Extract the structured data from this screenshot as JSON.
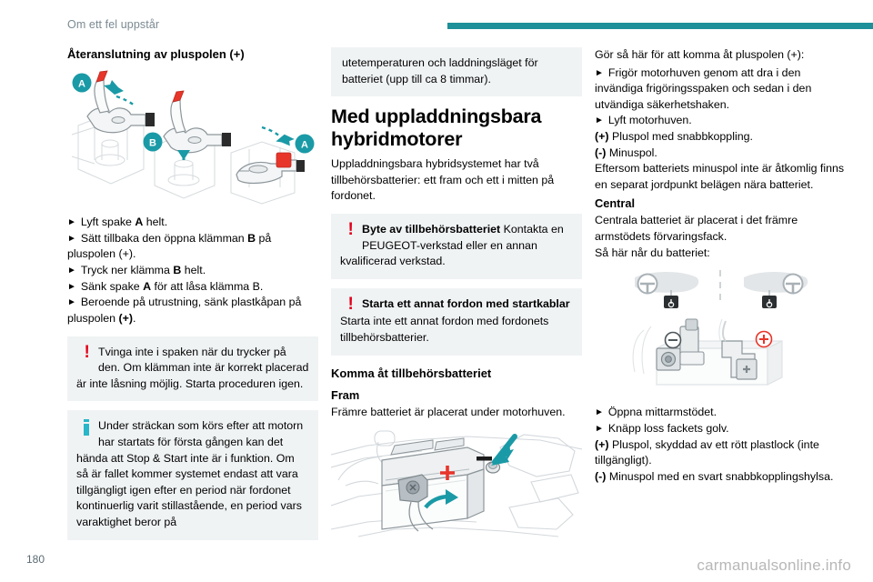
{
  "header": {
    "title": "Om ett fel uppstår",
    "rule_color": "#1d9099"
  },
  "footer": {
    "page_number": "180",
    "watermark": "carmanualsonline.info"
  },
  "column1": {
    "heading": "Återanslutning av pluspolen (+)",
    "figure_alt": "Diagram: batteriklämma A och B på pluspolen",
    "figure_labels": {
      "a": "A",
      "b": "B",
      "a2": "A"
    },
    "steps": [
      {
        "pre": "Lyft spake ",
        "bold": "A",
        "post": " helt."
      },
      {
        "pre": "Sätt tillbaka den öppna klämman ",
        "bold": "B",
        "post": " på pluspolen (+)."
      },
      {
        "pre": "Tryck ner klämma ",
        "bold": "B",
        "post": " helt."
      },
      {
        "pre": "Sänk spake ",
        "bold": "A",
        "post": " för att låsa klämma B."
      },
      {
        "pre": "Beroende på utrustning, sänk plastkåpan på pluspolen ",
        "bold": "(+)",
        "post": "."
      }
    ],
    "warning_box": {
      "icon": "warning-icon",
      "text": "Tvinga inte i spaken när du trycker på den. Om klämman inte är korrekt placerad är inte låsning möjlig. Starta proceduren igen."
    },
    "info_box": {
      "icon": "info-icon",
      "text": "Under sträckan som körs efter att motorn har startats för första gången kan det hända att Stop & Start inte är i funktion. Om så är fallet kommer systemet endast att vara tillgängligt igen efter en period när fordonet kontinuerlig varit stillastående, en period vars varaktighet beror på"
    }
  },
  "column2": {
    "continued_box": {
      "text": "utetemperaturen och laddningsläget för batteriet (upp till ca 8 timmar)."
    },
    "section_heading": "Med uppladdningsbara hybridmotorer",
    "intro": "Uppladdningsbara hybridsystemet har två tillbehörsbatterier: ett fram och ett i mitten på fordonet.",
    "warning_box_1": {
      "icon": "warning-icon",
      "title": "Byte av tillbehörsbatteriet",
      "text": "Kontakta en PEUGEOT-verkstad eller en annan kvalificerad verkstad."
    },
    "warning_box_2": {
      "icon": "warning-icon",
      "title": "Starta ett annat fordon med startkablar",
      "text": "Starta inte ett annat fordon med fordonets tillbehörsbatterier."
    },
    "subheading": "Komma åt tillbehörsbatteriet",
    "sub_label": "Fram",
    "front_text": "Främre batteriet är placerat under motorhuven.",
    "figure_alt": "Diagram: främre batteriet under motorhuven med plus- och minuspol",
    "figure_symbols": {
      "plus": "+",
      "minus": "−"
    }
  },
  "column3": {
    "lead": "Gör så här för att komma åt pluspolen (+):",
    "steps": [
      "Frigör motorhuven genom att dra i den invändiga frigöringsspaken och sedan i den utvändiga säkerhetshaken.",
      "Lyft motorhuven."
    ],
    "polarity_lines": [
      {
        "bold": "(+)",
        "text": " Pluspol med snabbkoppling."
      },
      {
        "bold": "(-)",
        "text": " Minuspol."
      }
    ],
    "note": "Eftersom batteriets minuspol inte är åtkomlig finns en separat jordpunkt belägen nära batteriet.",
    "subheading": "Central",
    "central_text": "Centrala batteriet är placerat i det främre armstödets förvaringsfack.",
    "central_text2": "Så här når du batteriet:",
    "figure_alt": "Diagram: mittarmstöd sett uppifrån och centralbatteri med pol-markeringar",
    "figure_symbols": {
      "plus": "+",
      "minus": "−"
    },
    "steps2": [
      "Öppna mittarmstödet.",
      "Knäpp loss fackets golv."
    ],
    "polarity_lines2": [
      {
        "bold": "(+)",
        "text": " Pluspol, skyddad av ett rött plastlock (inte tillgängligt)."
      },
      {
        "bold": "(-)",
        "text": " Minuspol med en svart snabbkopplingshylsa."
      }
    ]
  },
  "colors": {
    "teal": "#1d9099",
    "teal_light": "#29b6c8",
    "red": "#e3001b",
    "box_bg": "#f0f3f4",
    "line_gray": "#c9cfd4"
  }
}
